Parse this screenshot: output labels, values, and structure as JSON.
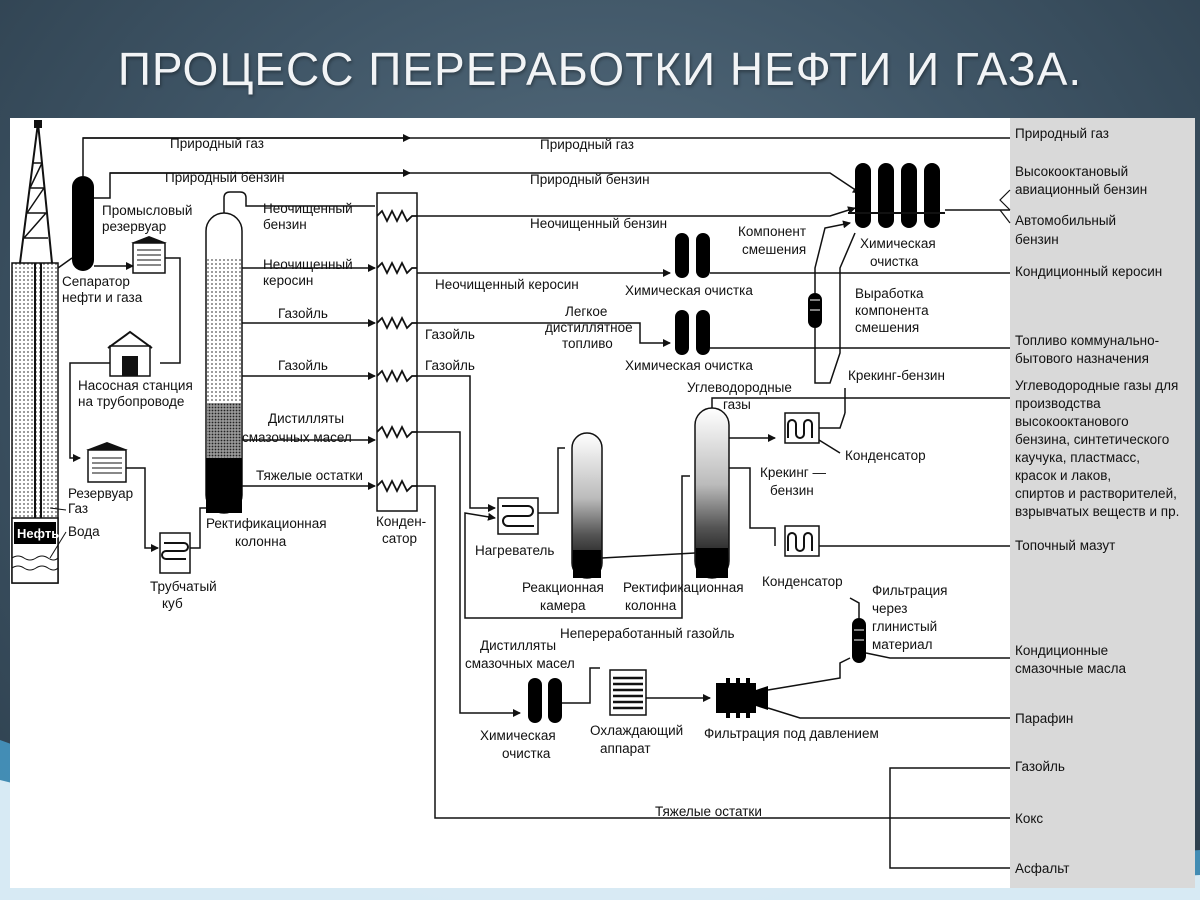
{
  "title": "ПРОЦЕСС ПЕРЕРАБОТКИ НЕФТИ И ГАЗА.",
  "colors": {
    "background": "#4a6173",
    "panel": "#ffffff",
    "product_column": "#d9d9d9",
    "ink": "#111111"
  },
  "labels": {
    "prirodny_gaz": "Природный газ",
    "prirodny_benzin": "Природный бензин",
    "neochishch_benzin_l1": "Неочищенный",
    "neochishch_benzin_l2": "бензин",
    "neochishch_kerosin_l1": "Неочищенный",
    "neochishch_kerosin_l2": "керосин",
    "gazoil": "Газойль",
    "distillyaty_l1": "Дистилляты",
    "distillyaty_l2": "смазочных масел",
    "tyazhelye": "Тяжелые остатки",
    "rez_l1": "Промысловый",
    "rez_l2": "резервуар",
    "sep_l1": "Сепаратор",
    "sep_l2": "нефти и газа",
    "nasos_l1": "Насосная станция",
    "nasos_l2": "на трубопроводе",
    "rezervuar": "Резервуар",
    "gaz": "Газ",
    "voda": "Вода",
    "neft": "Нефть",
    "trub_l1": "Трубчатый",
    "trub_l2": "куб",
    "rekt_l1": "Ректификационная",
    "rekt_l2": "колонна",
    "kond_l1": "Конден-",
    "kond_l2": "сатор",
    "neochishch_benzin_line": "Неочищенный бензин",
    "neochishch_kerosin_line": "Неочищенный керосин",
    "legkoe_l1": "Легкое",
    "legkoe_l2": "дистиллятное",
    "legkoe_l3": "топливо",
    "him_ochistka": "Химическая очистка",
    "komponent_l1": "Компонент",
    "komponent_l2": "смешения",
    "him_top_l1": "Химическая",
    "him_top_l2": "очистка",
    "vyrabotka_l1": "Выработка",
    "vyrabotka_l2": "компонента",
    "vyrabotka_l3": "смешения",
    "kreking_benzin": "Крекинг-бензин",
    "uglevod_l1": "Углеводородные",
    "uglevod_l2": "газы",
    "kondensator": "Конденсатор",
    "kreking_l1": "Крекинг —",
    "kreking_l2": "бензин",
    "nagrevatel": "Нагреватель",
    "reakc_l1": "Реакционная",
    "reakc_l2": "камера",
    "neperer": "Непереработанный газойль",
    "dist2_l1": "Дистилляты",
    "dist2_l2": "смазочных масел",
    "ohlazh_l1": "Охлаждающий",
    "ohlazh_l2": "аппарат",
    "filtr_davl": "Фильтрация под давлением",
    "filtr_l1": "Фильтрация",
    "filtr_l2": "через",
    "filtr_l3": "глинистый",
    "filtr_l4": "материал"
  },
  "products": [
    "Природный газ",
    "Высокооктановый",
    "авиационный бензин",
    "Автомобильный",
    "бензин",
    "Кондиционный керосин",
    "Топливо коммунально-",
    "бытового назначения",
    "Углеводородные газы для",
    "производства",
    "высокооктанового",
    "бензина, синтетического",
    "каучука, пластмасс,",
    "красок и лаков,",
    "спиртов и растворителей,",
    "взрывчатых веществ и пр.",
    "Топочный мазут",
    "Кондиционные",
    "смазочные масла",
    "Парафин",
    "Газойль",
    "Кокс",
    "Асфальт"
  ]
}
